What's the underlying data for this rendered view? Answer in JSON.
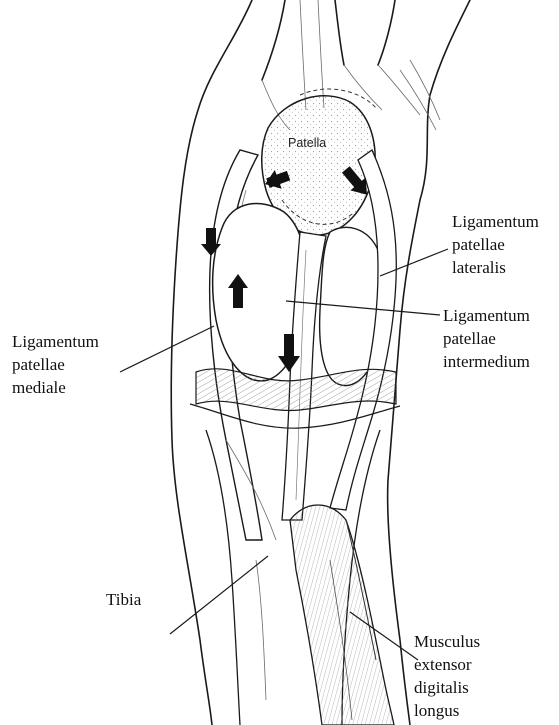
{
  "labels": {
    "patella": "Patella",
    "lig_lateralis": [
      "Ligamentum",
      "patellae",
      "lateralis"
    ],
    "lig_intermedium": [
      "Ligamentum",
      "patellae",
      "intermedium"
    ],
    "lig_mediale": [
      "Ligamentum",
      "patellae",
      "mediale"
    ],
    "tibia": "Tibia",
    "musculus": [
      "Musculus",
      "extensor",
      "digitalis",
      "longus"
    ]
  },
  "colors": {
    "ink": "#1a1a1a",
    "paper": "#ffffff",
    "shade": "#9a9a9a",
    "arrow": "#111111"
  },
  "icons": {
    "arrow": "motion-arrow-icon"
  }
}
